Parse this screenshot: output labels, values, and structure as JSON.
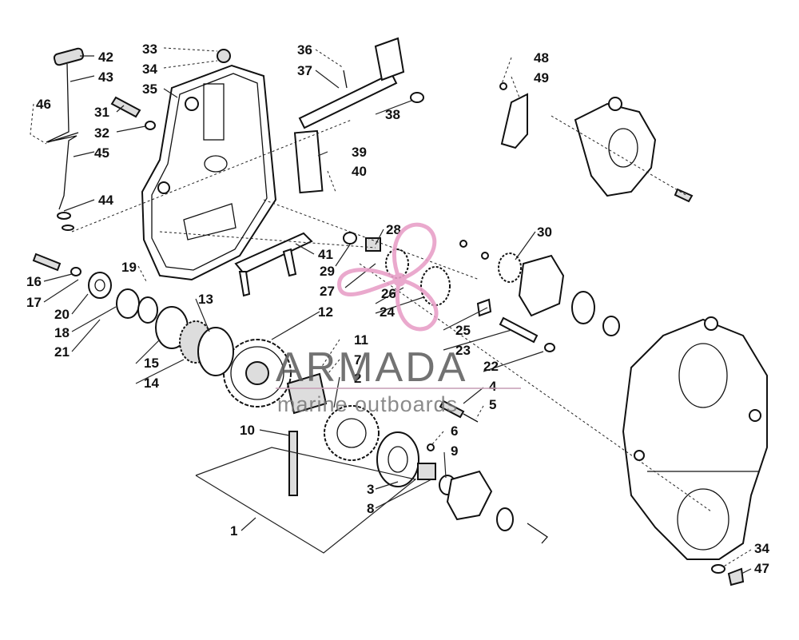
{
  "watermark": {
    "brand": "ARMADA",
    "tagline": "marine outboards",
    "logo_color": "#e8a0c8",
    "text_color": "#5a5a5a"
  },
  "callouts": [
    {
      "id": "42",
      "text": "42"
    },
    {
      "id": "43",
      "text": "43"
    },
    {
      "id": "46",
      "text": "46"
    },
    {
      "id": "31",
      "text": "31"
    },
    {
      "id": "32",
      "text": "32"
    },
    {
      "id": "45",
      "text": "45"
    },
    {
      "id": "44",
      "text": "44"
    },
    {
      "id": "33",
      "text": "33"
    },
    {
      "id": "34a",
      "text": "34"
    },
    {
      "id": "35",
      "text": "35"
    },
    {
      "id": "36",
      "text": "36"
    },
    {
      "id": "37",
      "text": "37"
    },
    {
      "id": "38",
      "text": "38"
    },
    {
      "id": "39",
      "text": "39"
    },
    {
      "id": "40",
      "text": "40"
    },
    {
      "id": "41",
      "text": "41"
    },
    {
      "id": "48",
      "text": "48"
    },
    {
      "id": "49",
      "text": "49"
    },
    {
      "id": "28",
      "text": "28"
    },
    {
      "id": "29",
      "text": "29"
    },
    {
      "id": "27",
      "text": "27"
    },
    {
      "id": "26",
      "text": "26"
    },
    {
      "id": "24",
      "text": "24"
    },
    {
      "id": "30",
      "text": "30"
    },
    {
      "id": "16",
      "text": "16"
    },
    {
      "id": "17",
      "text": "17"
    },
    {
      "id": "19",
      "text": "19"
    },
    {
      "id": "20",
      "text": "20"
    },
    {
      "id": "18",
      "text": "18"
    },
    {
      "id": "21",
      "text": "21"
    },
    {
      "id": "13",
      "text": "13"
    },
    {
      "id": "12",
      "text": "12"
    },
    {
      "id": "15",
      "text": "15"
    },
    {
      "id": "14",
      "text": "14"
    },
    {
      "id": "11",
      "text": "11"
    },
    {
      "id": "7",
      "text": "7"
    },
    {
      "id": "2",
      "text": "2"
    },
    {
      "id": "25",
      "text": "25"
    },
    {
      "id": "23",
      "text": "23"
    },
    {
      "id": "22",
      "text": "22"
    },
    {
      "id": "4",
      "text": "4"
    },
    {
      "id": "5",
      "text": "5"
    },
    {
      "id": "10",
      "text": "10"
    },
    {
      "id": "6",
      "text": "6"
    },
    {
      "id": "9",
      "text": "9"
    },
    {
      "id": "3",
      "text": "3"
    },
    {
      "id": "8",
      "text": "8"
    },
    {
      "id": "1",
      "text": "1"
    },
    {
      "id": "34b",
      "text": "34"
    },
    {
      "id": "47",
      "text": "47"
    }
  ]
}
